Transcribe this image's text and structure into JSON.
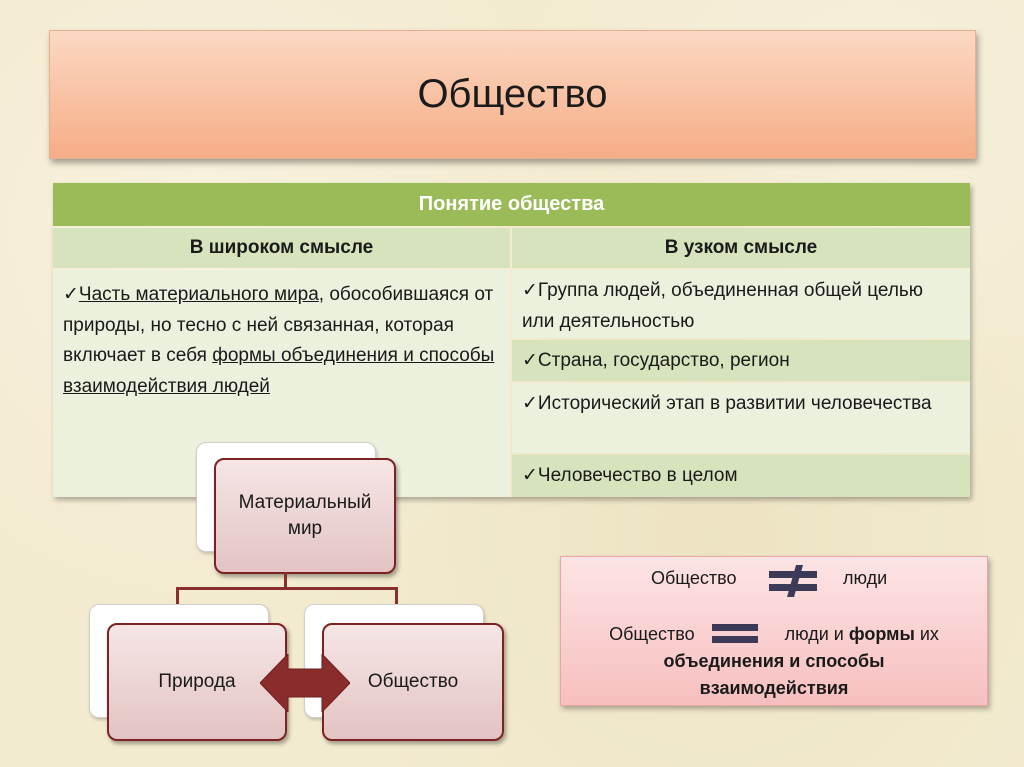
{
  "slide": {
    "title": "Общество"
  },
  "table": {
    "header": "Понятие общества",
    "left_header": "В широком смысле",
    "right_header": "В узком смысле",
    "left": {
      "check": "✓",
      "part1": "Часть материального мира",
      "part2": ", обособившаяся от природы, но тесно с ней связанная, которая включает в себя ",
      "part3": "формы объединения и способы взаимодействия людей"
    },
    "right_items": [
      "✓Группа людей, объединенная общей целью или деятельностью",
      "✓Страна, государство, регион",
      "✓Исторический этап в развитии человечества",
      "✓Человечество в целом"
    ]
  },
  "org_chart": {
    "top": "Материальный мир",
    "left": "Природа",
    "right": "Общество"
  },
  "comparison": {
    "line1_left": "Общество",
    "line1_right": "люди",
    "line2_left": "Общество",
    "line2_mid": "люди и ",
    "line2_bold1": "формы",
    "line2_rest": " их",
    "line2_bold2": "объединения и способы взаимодействия"
  },
  "colors": {
    "title_gradient_top": "#fbd8c3",
    "title_gradient_bottom": "#f6ad86",
    "table_header": "#9bbb59",
    "table_row_dark": "#d6e3bc",
    "table_row_light": "#ebf1dd",
    "node_border": "#7b2222",
    "arrow": "#8b2c2c",
    "comparison_box": "#f7bfbf",
    "equal_sign": "#3d3a57"
  }
}
